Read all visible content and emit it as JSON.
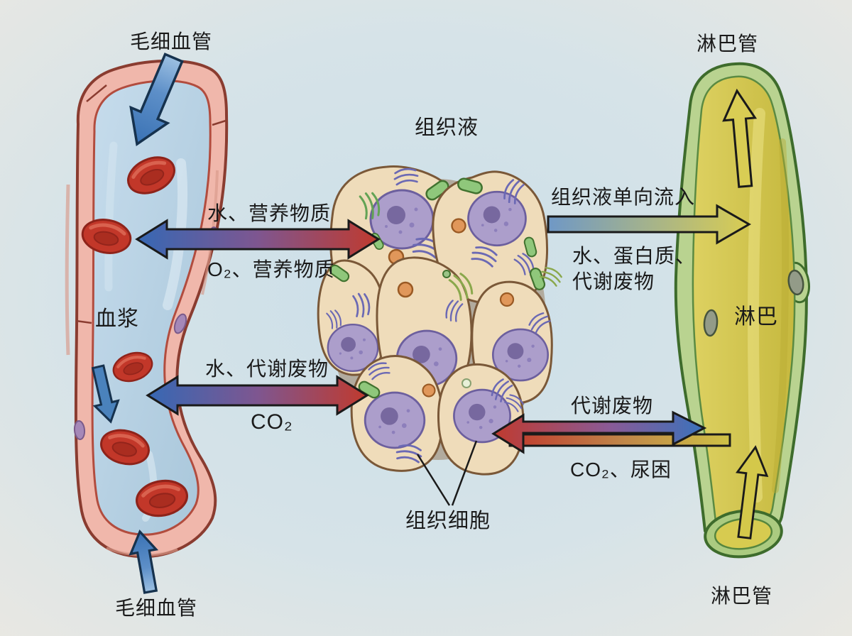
{
  "labels": {
    "capillary_top": "毛细血管",
    "capillary_bottom": "毛细血管",
    "plasma": "血浆",
    "tissue_fluid": "组织液",
    "tissue_cells": "组织细胞",
    "lymph": "淋巴",
    "lymph_vessel_top": "淋巴管",
    "lymph_vessel_bottom": "淋巴管"
  },
  "arrow_labels": {
    "water_nutrients": "水、营养物质",
    "o2_nutrients": "O₂、营养物质",
    "water_metabolic_waste": "水、代谢废物",
    "co2": "CO₂",
    "tissue_fluid_one_way": "组织液单向流入",
    "water_protein_line1": "水、蛋白质、",
    "water_protein_line2": "代谢废物",
    "metabolic_waste": "代谢废物",
    "co2_urea": "CO₂、尿困"
  },
  "colors": {
    "background_blue": "#cfe0e9",
    "background_paper": "#eae8e2",
    "capillary_wall": "#f0b7ab",
    "capillary_outline": "#8a3c30",
    "plasma_lumen": "#b7d1e4",
    "rbc_red": "#c23729",
    "arrow_blue": "#3a72bc",
    "arrow_red": "#c03a2e",
    "arrow_yellow": "#d9cd52",
    "lymph_wall": "#b9d390",
    "lymph_outline": "#3e6c2c",
    "lymph_fluid": "#d2c64e",
    "cell_fill": "#efdcba",
    "cell_outline": "#7a5838",
    "nucleus": "#ac9ecb",
    "text": "#1a1a1a"
  }
}
